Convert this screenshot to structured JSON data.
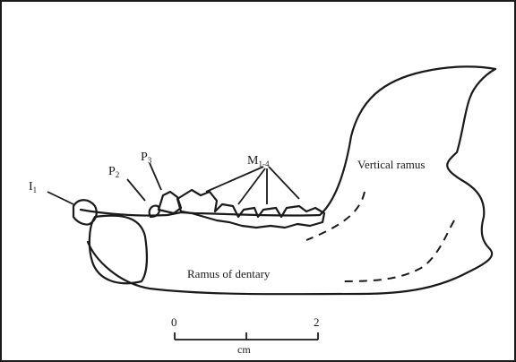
{
  "figure": {
    "teeth": {
      "incisor": {
        "base": "I",
        "sub": "1"
      },
      "premolar_2": {
        "base": "P",
        "sub": "2"
      },
      "premolar_3": {
        "base": "P",
        "sub": "3"
      },
      "molars": {
        "base": "M",
        "sub": "1-4"
      }
    },
    "regions": {
      "vertical_ramus": "Vertical ramus",
      "ramus_of_dentary": "Ramus of dentary"
    },
    "scale_bar": {
      "start_label": "0",
      "end_label": "2",
      "unit": "cm"
    }
  }
}
